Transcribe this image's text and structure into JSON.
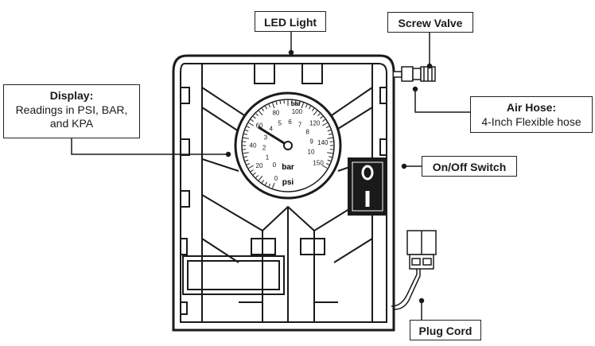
{
  "callouts": {
    "led_light": {
      "title": "LED Light"
    },
    "screw_valve": {
      "title": "Screw Valve"
    },
    "display": {
      "title": "Display:",
      "desc_line1": "Readings in PSI, BAR,",
      "desc_line2": "and KPA"
    },
    "air_hose": {
      "title": "Air Hose:",
      "desc": "4-Inch Flexible hose"
    },
    "on_off_switch": {
      "title": "On/Off Switch"
    },
    "plug_cord": {
      "title": "Plug Cord"
    }
  },
  "gauge": {
    "psi_ticks": [
      "0",
      "20",
      "40",
      "60",
      "80",
      "100",
      "120",
      "140",
      "150"
    ],
    "bar_ticks": [
      "0",
      "1",
      "2",
      "3",
      "4",
      "5",
      "6",
      "7",
      "8",
      "9",
      "10"
    ],
    "unit_bar_top": "bar",
    "unit_bar_bottom": "bar",
    "unit_psi": "psi"
  },
  "switch": {
    "on_symbol": "O",
    "off_symbol": "I"
  }
}
